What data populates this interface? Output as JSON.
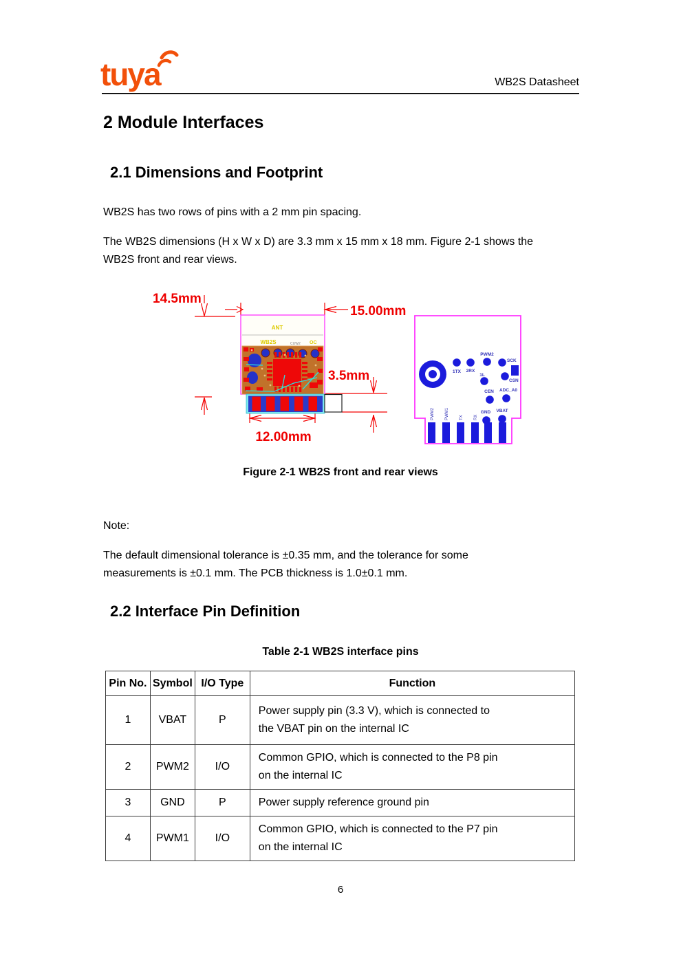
{
  "header": {
    "logo_text": "tuya",
    "doc_title": "WB2S Datasheet"
  },
  "sections": {
    "h1": "2 Module Interfaces",
    "h2_1": "2.1 Dimensions and Footprint",
    "p1": "WB2S has two rows of pins with a 2 mm pin spacing.",
    "p2_lines": [
      "The WB2S dimensions (H x W x D) are 3.3 mm x 15 mm x 18 mm. Figure 2-1 shows the",
      "WB2S front and rear views."
    ],
    "figure_caption": "Figure 2-1 WB2S front and rear views",
    "note_label": "Note:",
    "note_lines": [
      "The default dimensional tolerance is ±0.35 mm, and the tolerance for some",
      "measurements is ±0.1 mm. The PCB thickness is 1.0±0.1 mm."
    ],
    "h2_2": "2.2 Interface Pin Definition",
    "table_caption": "Table 2-1 WB2S interface pins"
  },
  "figure": {
    "dimensions": {
      "height": "14.5mm",
      "width": "15.00mm",
      "thickness": "3.5mm",
      "pin_row_width": "12.00mm"
    },
    "front": {
      "antenna_label": "ANT",
      "silkscreen_model": "WB2S",
      "silkscreen_small": "CUW2",
      "silkscreen_corner": "OC"
    },
    "rear": {
      "pad_labels": [
        "1TX",
        "2RX",
        "PWM2",
        "SCK",
        "1L",
        "CSN",
        "CEN",
        "ADC_A0",
        "GND",
        "VBAT"
      ],
      "pin_labels": [
        "PWM2",
        "PWM1",
        "TX",
        "RX"
      ]
    }
  },
  "table": {
    "headers": [
      "Pin No.",
      "Symbol",
      "I/O Type",
      "Function"
    ],
    "rows": [
      {
        "pin": "1",
        "symbol": "VBAT",
        "io": "P",
        "function_lines": [
          "Power supply pin (3.3 V), which is connected to",
          "the VBAT pin on the internal IC"
        ]
      },
      {
        "pin": "2",
        "symbol": "PWM2",
        "io": "I/O",
        "function_lines": [
          "Common GPIO, which is connected to the P8 pin",
          "on the internal IC"
        ]
      },
      {
        "pin": "3",
        "symbol": "GND",
        "io": "P",
        "function_lines": [
          "Power supply reference ground pin"
        ]
      },
      {
        "pin": "4",
        "symbol": "PWM1",
        "io": "I/O",
        "function_lines": [
          "Common GPIO, which is connected to the P7 pin",
          "on the internal IC"
        ]
      }
    ]
  },
  "footer": {
    "page_number": "6"
  },
  "colors": {
    "logo_orange": "#f2500a",
    "dimension_red": "#ee0000",
    "outline_magenta": "#ff35ff",
    "pad_blue": "#1b1bdc",
    "pcb_tan": "#c1722a",
    "pin_cyan": "#7de9f2"
  }
}
